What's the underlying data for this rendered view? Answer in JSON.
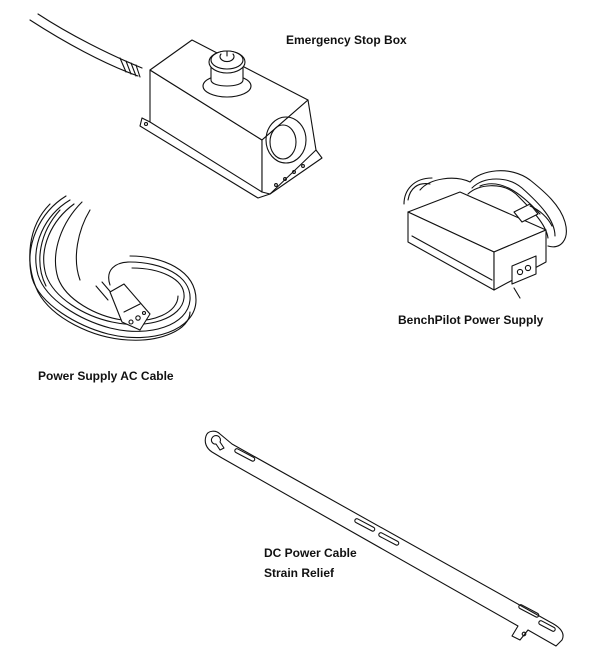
{
  "labels": {
    "estop": "Emergency Stop Box",
    "psu": "BenchPilot Power Supply",
    "ac_cable": "Power Supply AC Cable",
    "strain_relief_line1": "DC Power Cable",
    "strain_relief_line2": "Strain Relief"
  },
  "colors": {
    "line": "#111111",
    "background": "#ffffff"
  }
}
